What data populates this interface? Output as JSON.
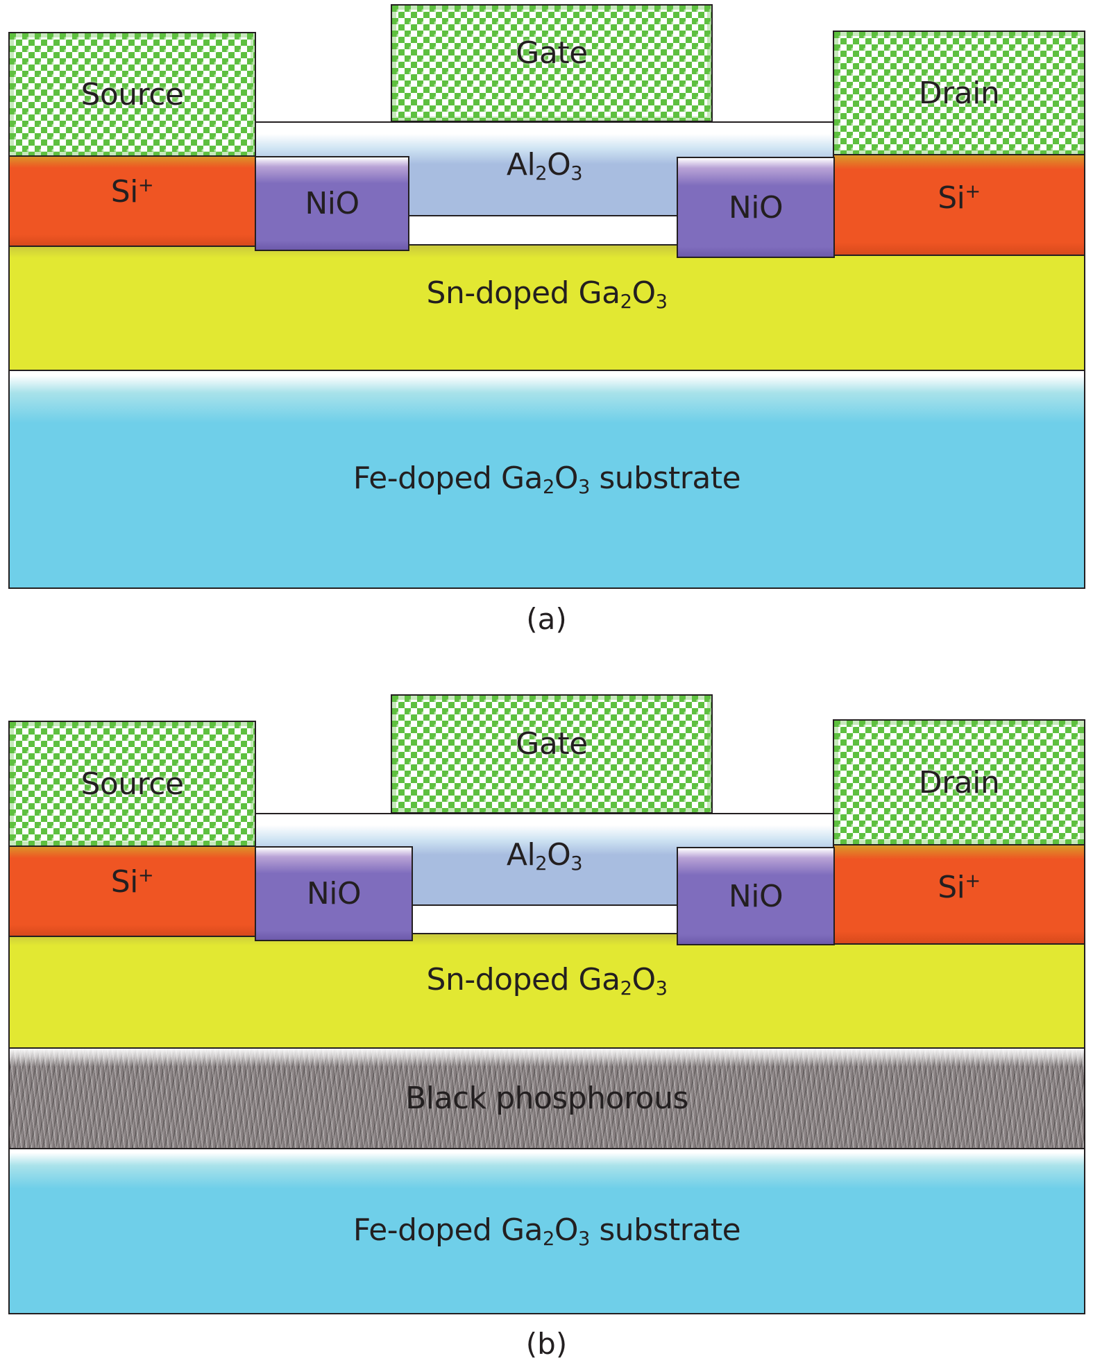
{
  "figure": {
    "panels": [
      {
        "id": "a",
        "caption": "(a)",
        "layers": {
          "gate": "Gate",
          "source": "Source",
          "drain": "Drain",
          "si_left": {
            "base": "Si",
            "sup": "+"
          },
          "si_right": {
            "base": "Si",
            "sup": "+"
          },
          "nio_left": "NiO",
          "nio_right": "NiO",
          "al2o3": {
            "p1": "Al",
            "s1": "2",
            "p2": "O",
            "s2": "3"
          },
          "sn": {
            "prefix": "Sn-doped Ga",
            "s1": "2",
            "p2": "O",
            "s2": "3"
          },
          "fe": {
            "prefix": "Fe-doped Ga",
            "s1": "2",
            "p2": "O",
            "s2": "3",
            "suffix": " substrate"
          }
        }
      },
      {
        "id": "b",
        "caption": "(b)",
        "layers": {
          "gate": "Gate",
          "source": "Source",
          "drain": "Drain",
          "si_left": {
            "base": "Si",
            "sup": "+"
          },
          "si_right": {
            "base": "Si",
            "sup": "+"
          },
          "nio_left": "NiO",
          "nio_right": "NiO",
          "al2o3": {
            "p1": "Al",
            "s1": "2",
            "p2": "O",
            "s2": "3"
          },
          "sn": {
            "prefix": "Sn-doped Ga",
            "s1": "2",
            "p2": "O",
            "s2": "3"
          },
          "bp": "Black phosphorous",
          "fe": {
            "prefix": "Fe-doped Ga",
            "s1": "2",
            "p2": "O",
            "s2": "3",
            "suffix": " substrate"
          }
        }
      }
    ],
    "colors": {
      "metal_green": "#5ec040",
      "si_orange": "#ef5523",
      "nio_purple": "#7f6dbd",
      "al2o3_blue": "#a8bde0",
      "sn_yellow": "#e2e832",
      "fe_cyan": "#6fcfe9",
      "bp_gray": "#8b8384"
    }
  }
}
